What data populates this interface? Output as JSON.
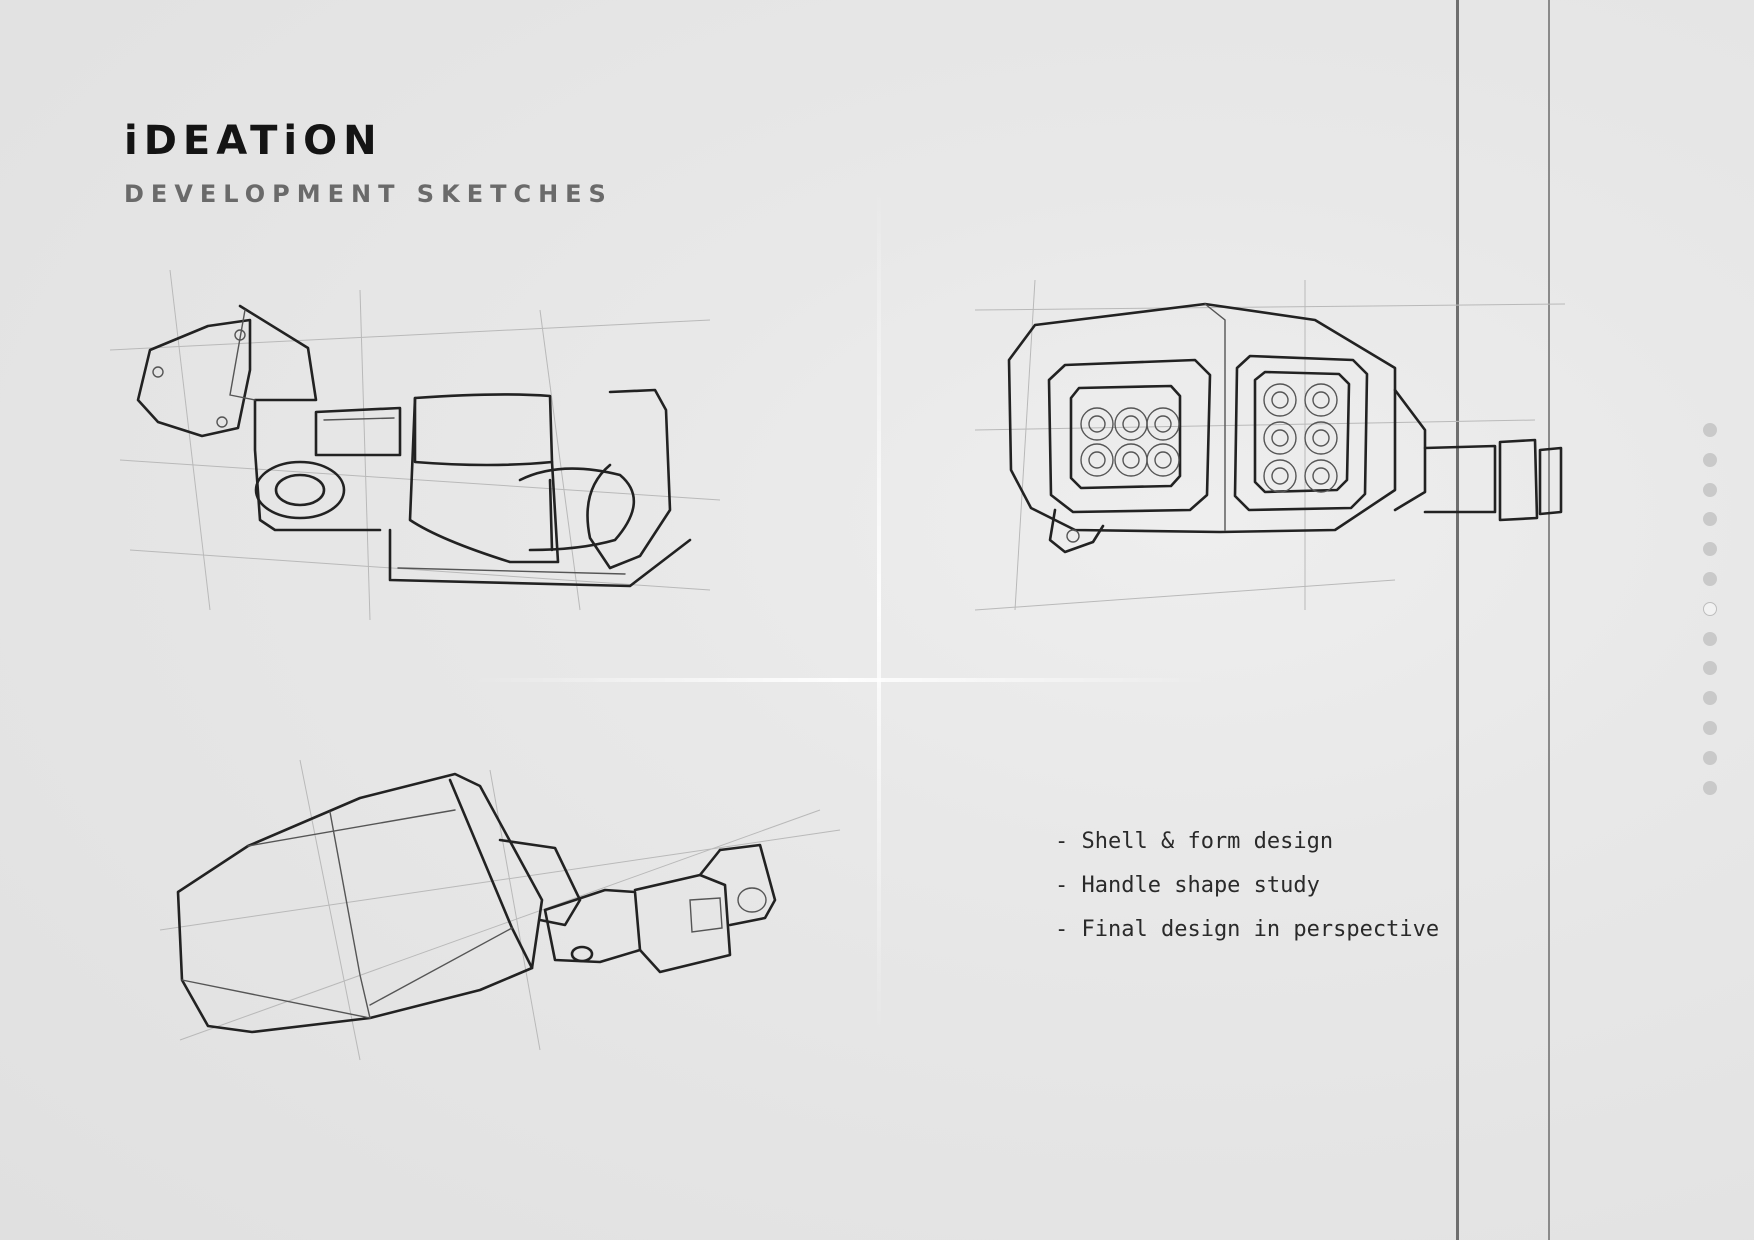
{
  "header": {
    "title": "iDEATiON",
    "subtitle": "DEVELOPMENT SKETCHES"
  },
  "notes": [
    "- Shell & form design",
    "- Handle shape study",
    "- Final design in perspective"
  ],
  "pagination": {
    "total_dots": 13,
    "active_index": 6
  },
  "colors": {
    "background": "#e6e6e6",
    "ink": "#222222",
    "title": "#141414",
    "subtitle": "#6a6a6a",
    "rule": "#6e6e6e",
    "dot": "#c9c9c9"
  }
}
